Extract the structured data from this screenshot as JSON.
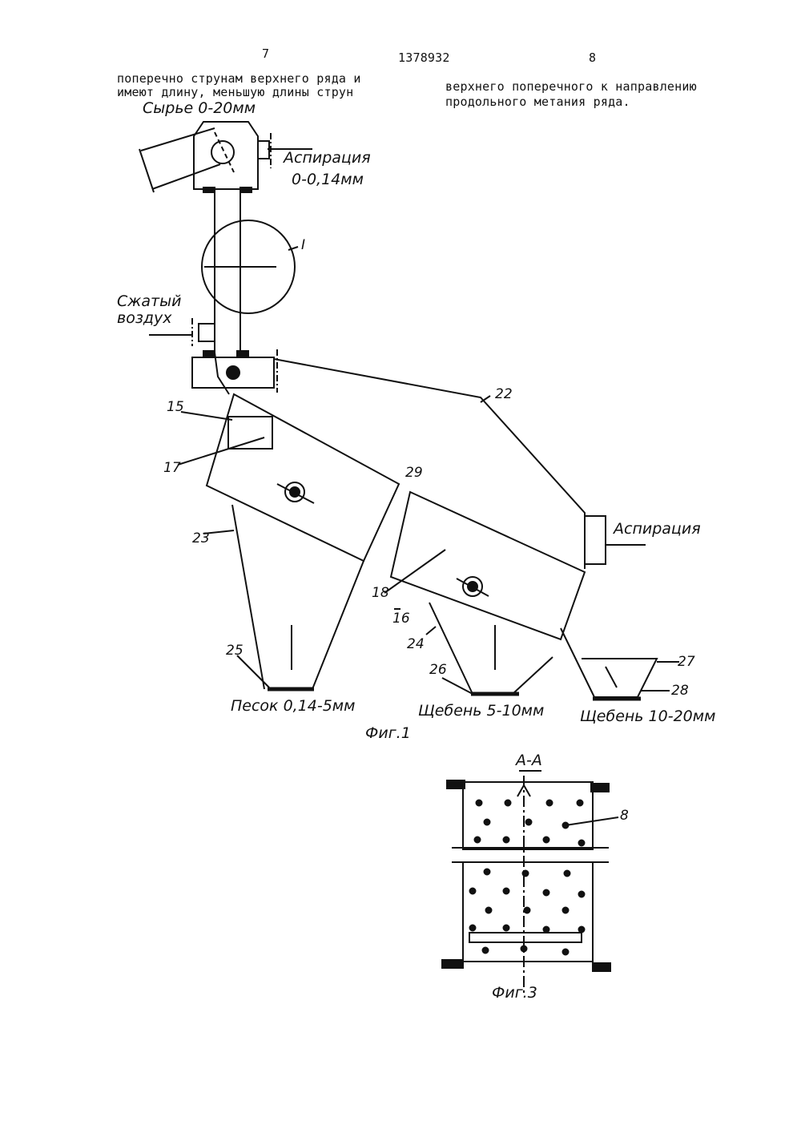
{
  "header": {
    "page_left": "7",
    "patent_number": "1378932",
    "page_right": "8"
  },
  "text": {
    "left_line1": "поперечно струнам верхнего ряда и",
    "left_line2": "имеют длину, меньшую длины струн",
    "right_line1": "верхнего поперечного к направлению",
    "right_line2": "продольного метания ряда."
  },
  "figure1": {
    "caption": "Фиг.1",
    "labels": {
      "feed": "Сырье 0-20мм",
      "aspiration_top_1": "Аспирация",
      "aspiration_top_2": "0-0,14мм",
      "compressed_air_1": "Сжатый",
      "compressed_air_2": "воздух",
      "detail_ref": "I",
      "aspiration_right": "Аспирация",
      "sand": "Песок 0,14-5мм",
      "gravel_small": "Щебень 5-10мм",
      "gravel_large": "Щебень 10-20мм"
    },
    "refs": [
      "15",
      "17",
      "22",
      "23",
      "29",
      "18",
      "16",
      "24",
      "25",
      "26",
      "27",
      "28"
    ]
  },
  "figure3": {
    "caption": "Фиг.3",
    "section": "А-А",
    "ref": "8"
  }
}
